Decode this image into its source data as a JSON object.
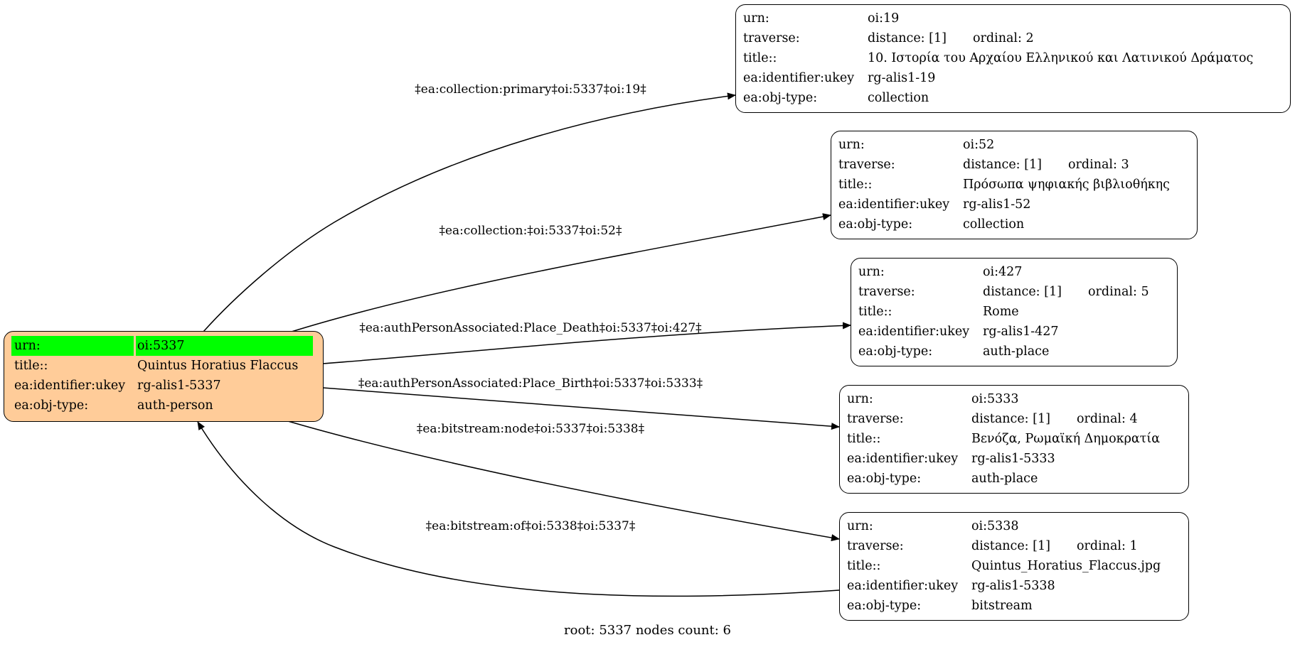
{
  "root": {
    "urn_label": "urn:",
    "urn": "oi:5337",
    "title_label": "title::",
    "title": "Quintus Horatius Flaccus",
    "ukey_label": "ea:identifier:ukey",
    "ukey": "rg-alis1-5337",
    "objtype_label": "ea:obj-type:",
    "objtype": "auth-person"
  },
  "nodes": [
    {
      "urn_label": "urn:",
      "urn": "oi:19",
      "traverse_label": "traverse:",
      "distance": "distance: [1]",
      "ordinal": "ordinal: 2",
      "title_label": "title::",
      "title": "10. Ιστορία του Αρχαίου Ελληνικού και Λατινικού Δράματος",
      "ukey_label": "ea:identifier:ukey",
      "ukey": "rg-alis1-19",
      "objtype_label": "ea:obj-type:",
      "objtype": "collection"
    },
    {
      "urn_label": "urn:",
      "urn": "oi:52",
      "traverse_label": "traverse:",
      "distance": "distance: [1]",
      "ordinal": "ordinal: 3",
      "title_label": "title::",
      "title": "Πρόσωπα ψηφιακής βιβλιοθήκης",
      "ukey_label": "ea:identifier:ukey",
      "ukey": "rg-alis1-52",
      "objtype_label": "ea:obj-type:",
      "objtype": "collection"
    },
    {
      "urn_label": "urn:",
      "urn": "oi:427",
      "traverse_label": "traverse:",
      "distance": "distance: [1]",
      "ordinal": "ordinal: 5",
      "title_label": "title::",
      "title": "Rome",
      "ukey_label": "ea:identifier:ukey",
      "ukey": "rg-alis1-427",
      "objtype_label": "ea:obj-type:",
      "objtype": "auth-place"
    },
    {
      "urn_label": "urn:",
      "urn": "oi:5333",
      "traverse_label": "traverse:",
      "distance": "distance: [1]",
      "ordinal": "ordinal: 4",
      "title_label": "title::",
      "title": "Βενόζα, Ρωμαϊκή Δημοκρατία",
      "ukey_label": "ea:identifier:ukey",
      "ukey": "rg-alis1-5333",
      "objtype_label": "ea:obj-type:",
      "objtype": "auth-place"
    },
    {
      "urn_label": "urn:",
      "urn": "oi:5338",
      "traverse_label": "traverse:",
      "distance": "distance: [1]",
      "ordinal": "ordinal: 1",
      "title_label": "title::",
      "title": "Quintus_Horatius_Flaccus.jpg",
      "ukey_label": "ea:identifier:ukey",
      "ukey": "rg-alis1-5338",
      "objtype_label": "ea:obj-type:",
      "objtype": "bitstream"
    }
  ],
  "edges": [
    {
      "label": "‡ea:collection:primary‡oi:5337‡oi:19‡"
    },
    {
      "label": "‡ea:collection:‡oi:5337‡oi:52‡"
    },
    {
      "label": "‡ea:authPersonAssociated:Place_Death‡oi:5337‡oi:427‡"
    },
    {
      "label": "‡ea:authPersonAssociated:Place_Birth‡oi:5337‡oi:5333‡"
    },
    {
      "label": "‡ea:bitstream:node‡oi:5337‡oi:5338‡"
    },
    {
      "label": "‡ea:bitstream:of‡oi:5338‡oi:5337‡"
    }
  ],
  "footer": "root: 5337 nodes count: 6"
}
